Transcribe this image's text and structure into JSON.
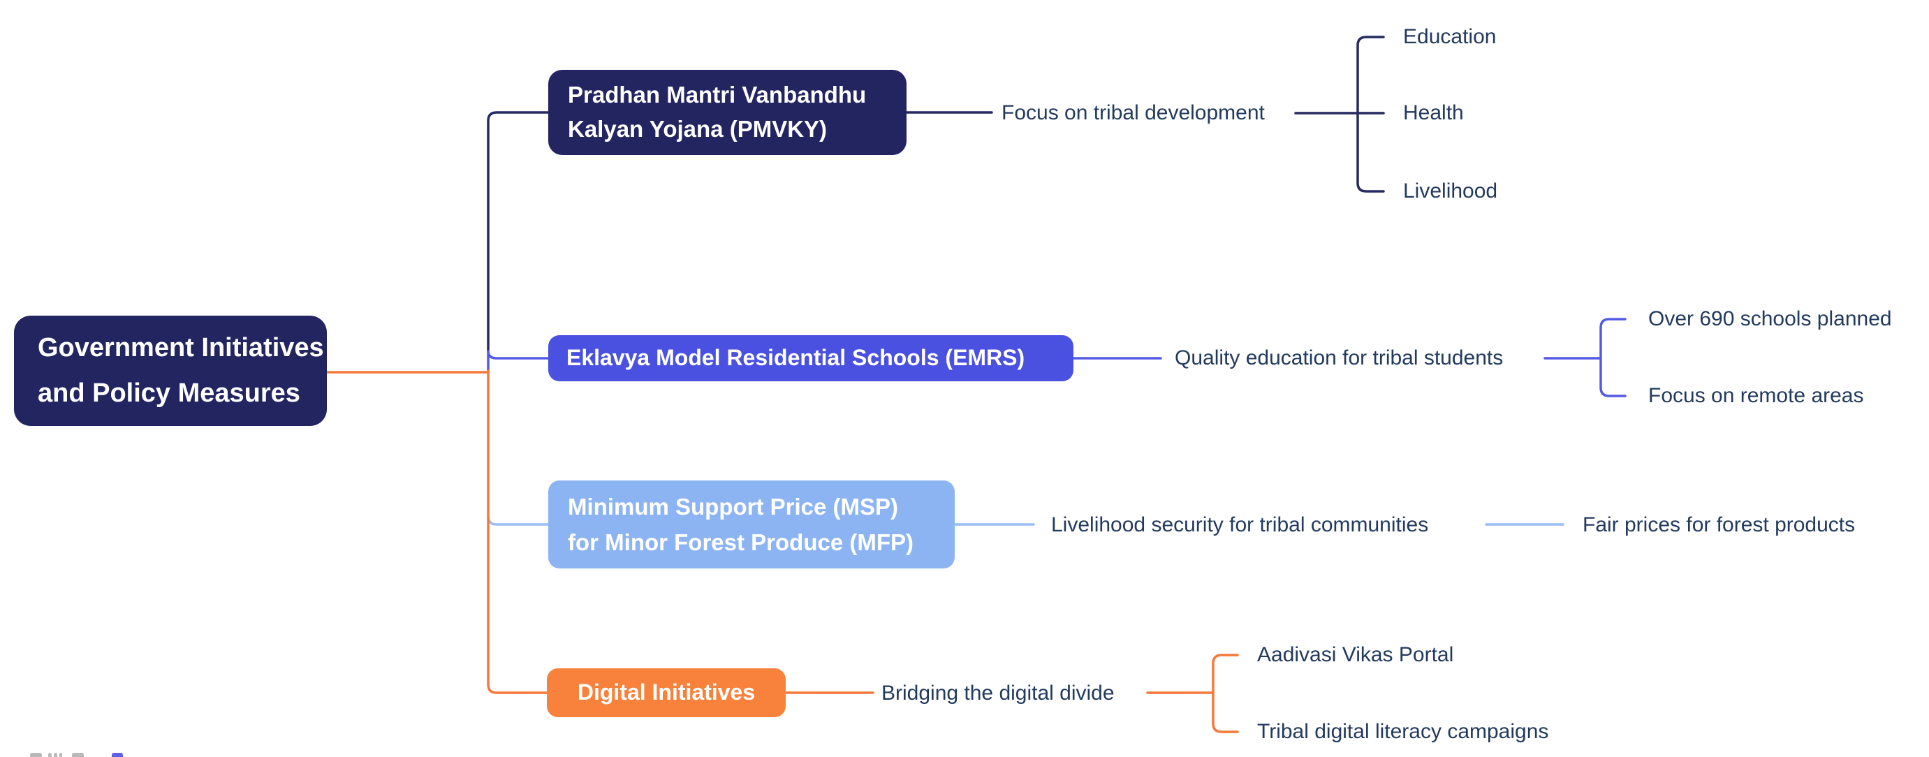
{
  "title": "Government Initiatives and Policy Measures mind map",
  "colors": {
    "background": "#ffffff",
    "navy": "#252a60",
    "navy_box": "#232560",
    "blue": "#545ae4",
    "blue_box": "#4a51e0",
    "lightblue": "#9cbdf4",
    "lightblue_box": "#8db4f2",
    "orange": "#f4793a",
    "orange_box": "#f8813c",
    "label_text": "#223a5e",
    "node_text": "#ffffff",
    "watermark_gray": "#b9b9b9",
    "watermark_purple": "#5f5fe8"
  },
  "root": {
    "line1": "Government Initiatives",
    "line2": "and Policy Measures"
  },
  "branches": [
    {
      "id": "pmvky",
      "title_line1": "Pradhan Mantri Vanbandhu",
      "title_line2": "Kalyan Yojana (PMVKY)",
      "description": "Focus on tribal development",
      "children": [
        "Education",
        "Health",
        "Livelihood"
      ]
    },
    {
      "id": "emrs",
      "title": "Eklavya Model Residential Schools (EMRS)",
      "description": "Quality education for tribal students",
      "children": [
        "Over 690 schools planned",
        "Focus on remote areas"
      ]
    },
    {
      "id": "msp",
      "title_line1": "Minimum Support Price (MSP)",
      "title_line2": "for Minor Forest Produce (MFP)",
      "description": "Livelihood security for tribal communities",
      "children": [
        "Fair prices for forest products"
      ]
    },
    {
      "id": "digital",
      "title": "Digital Initiatives",
      "description": "Bridging the digital divide",
      "children": [
        "Aadivasi Vikas Portal",
        "Tribal digital literacy campaigns"
      ]
    }
  ]
}
